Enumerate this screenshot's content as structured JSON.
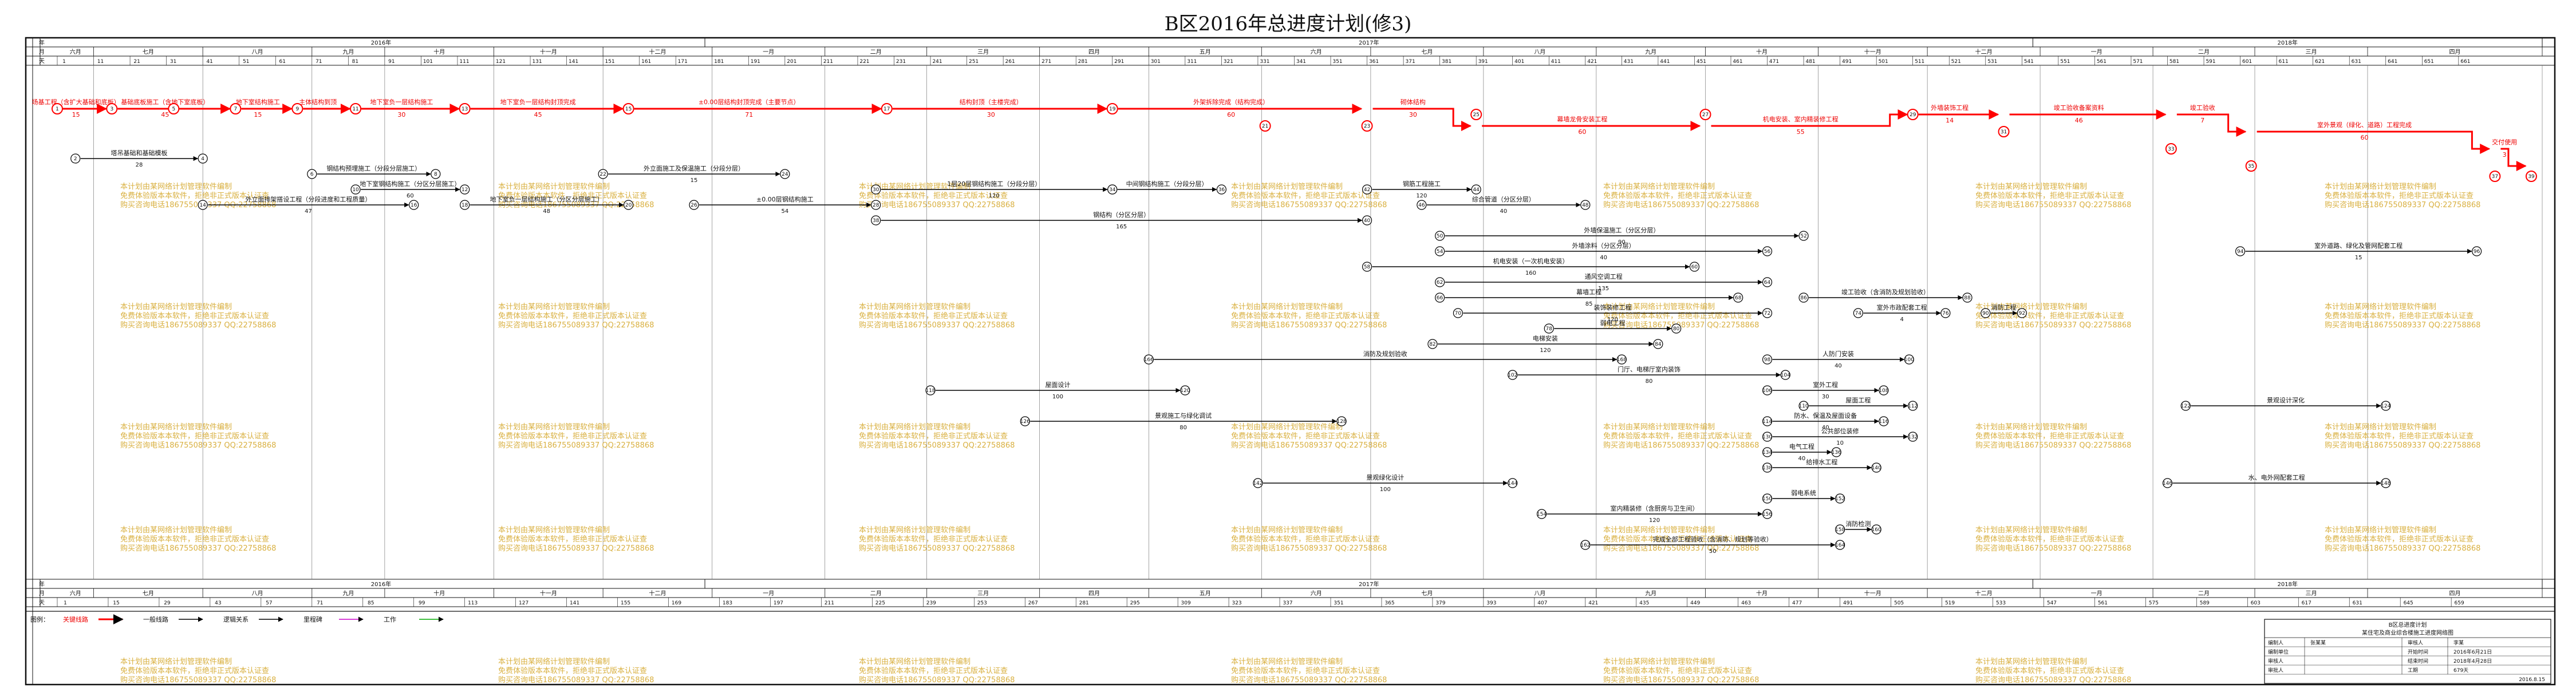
{
  "title": "B区2016年总进度计划(修3)",
  "scale": {
    "row_labels": [
      "年",
      "月",
      "天"
    ],
    "years": [
      {
        "label": "2016年",
        "from": 0,
        "to": 178
      },
      {
        "label": "2017年",
        "from": 178,
        "to": 543
      },
      {
        "label": "2018年",
        "from": 543,
        "to": 683
      }
    ],
    "months": [
      {
        "label": "六月",
        "from": 0,
        "to": 10
      },
      {
        "label": "七月",
        "from": 10,
        "to": 40
      },
      {
        "label": "八月",
        "from": 40,
        "to": 70
      },
      {
        "label": "九月",
        "from": 70,
        "to": 90
      },
      {
        "label": "十月",
        "from": 90,
        "to": 120
      },
      {
        "label": "十一月",
        "from": 120,
        "to": 150
      },
      {
        "label": "十二月",
        "from": 150,
        "to": 180
      },
      {
        "label": "一月",
        "from": 180,
        "to": 211
      },
      {
        "label": "二月",
        "from": 211,
        "to": 239
      },
      {
        "label": "三月",
        "from": 239,
        "to": 270
      },
      {
        "label": "四月",
        "from": 270,
        "to": 300
      },
      {
        "label": "五月",
        "from": 300,
        "to": 331
      },
      {
        "label": "六月",
        "from": 331,
        "to": 361
      },
      {
        "label": "七月",
        "from": 361,
        "to": 392
      },
      {
        "label": "八月",
        "from": 392,
        "to": 423
      },
      {
        "label": "九月",
        "from": 423,
        "to": 453
      },
      {
        "label": "十月",
        "from": 453,
        "to": 484
      },
      {
        "label": "十一月",
        "from": 484,
        "to": 514
      },
      {
        "label": "十二月",
        "from": 514,
        "to": 545
      },
      {
        "label": "一月",
        "from": 545,
        "to": 576
      },
      {
        "label": "二月",
        "from": 576,
        "to": 604
      },
      {
        "label": "三月",
        "from": 604,
        "to": 635
      },
      {
        "label": "四月",
        "from": 635,
        "to": 683
      }
    ],
    "days_top": [
      "1",
      "11",
      "21",
      "31",
      "41",
      "51",
      "61",
      "71",
      "81",
      "91",
      "101",
      "111",
      "121",
      "131",
      "141",
      "151",
      "161",
      "171",
      "181",
      "191",
      "201",
      "211",
      "221",
      "231",
      "241",
      "251",
      "261",
      "271",
      "281",
      "291",
      "301",
      "311",
      "321",
      "331",
      "341",
      "351",
      "361",
      "371",
      "381",
      "391",
      "401",
      "411",
      "421",
      "431",
      "441",
      "451",
      "461",
      "471",
      "481",
      "491",
      "501",
      "511",
      "521",
      "531",
      "541",
      "551",
      "561",
      "571",
      "581",
      "591",
      "601",
      "611",
      "621",
      "631",
      "641",
      "651",
      "661"
    ],
    "days_bottom": [
      "1",
      "15",
      "29",
      "43",
      "57",
      "71",
      "85",
      "99",
      "113",
      "127",
      "141",
      "155",
      "169",
      "183",
      "197",
      "211",
      "225",
      "239",
      "253",
      "267",
      "281",
      "295",
      "309",
      "323",
      "337",
      "351",
      "365",
      "379",
      "393",
      "407",
      "421",
      "435",
      "449",
      "463",
      "477",
      "491",
      "505",
      "519",
      "533",
      "547",
      "561",
      "575",
      "589",
      "603",
      "617",
      "631",
      "645",
      "659"
    ]
  },
  "critical_path": {
    "color": "#ff0000",
    "activities": [
      {
        "label": "场基工程（含扩大基础和底板）",
        "dur": "15",
        "from": 0,
        "to": 15
      },
      {
        "label": "基础底板施工（含地下室底板）",
        "dur": "45",
        "from": 15,
        "to": 49
      },
      {
        "label": "地下室结构施工",
        "dur": "15",
        "from": 49,
        "to": 66
      },
      {
        "label": "主体结构到顶",
        "dur": "",
        "from": 66,
        "to": 82
      },
      {
        "label": "地下室负一层结构施工",
        "dur": "30",
        "from": 82,
        "to": 112
      },
      {
        "label": "地下室负一层结构封顶完成",
        "dur": "45",
        "from": 112,
        "to": 157
      },
      {
        "label": "±0.00层结构封顶完成（主要节点）",
        "dur": "71",
        "from": 157,
        "to": 228
      },
      {
        "label": "结构封顶（主楼完成）",
        "dur": "30",
        "from": 228,
        "to": 290
      },
      {
        "label": "外架拆除完成（结构完成）",
        "dur": "60",
        "from": 290,
        "to": 360
      },
      {
        "label": "砌体结构",
        "dur": "30",
        "from": 360,
        "to": 390
      },
      {
        "label": "幕墙龙骨安装工程",
        "dur": "60",
        "from": 390,
        "to": 453
      },
      {
        "label": "机电安装、室内精装修工程",
        "dur": "55",
        "from": 453,
        "to": 510
      },
      {
        "label": "外墙装饰工程",
        "dur": "14",
        "from": 510,
        "to": 535
      },
      {
        "label": "竣工验收备案资料",
        "dur": "46",
        "from": 535,
        "to": 581
      },
      {
        "label": "竣工验收",
        "dur": "7",
        "from": 581,
        "to": 603
      },
      {
        "label": "室外景观（绿化、道路）工程完成",
        "dur": "60",
        "from": 603,
        "to": 670
      },
      {
        "label": "交付使用",
        "dur": "3",
        "from": 670,
        "to": 680
      }
    ],
    "milestones": [
      {
        "node": "1",
        "day": 0
      },
      {
        "node": "3",
        "day": 15
      },
      {
        "node": "5",
        "day": 32
      },
      {
        "node": "7",
        "day": 49
      },
      {
        "node": "9",
        "day": 66
      },
      {
        "node": "11",
        "day": 82
      },
      {
        "node": "13",
        "day": 112
      },
      {
        "node": "15",
        "day": 157
      },
      {
        "node": "17",
        "day": 228
      },
      {
        "node": "19",
        "day": 290
      },
      {
        "node": "21",
        "day": 332
      },
      {
        "node": "23",
        "day": 360
      },
      {
        "node": "25",
        "day": 390
      },
      {
        "node": "27",
        "day": 453
      },
      {
        "node": "29",
        "day": 510
      },
      {
        "node": "31",
        "day": 535
      },
      {
        "node": "33",
        "day": 581
      },
      {
        "node": "35",
        "day": 603
      },
      {
        "node": "37",
        "day": 670
      },
      {
        "node": "39",
        "day": 680
      }
    ]
  },
  "activities": [
    {
      "label": "塔吊基础和基础模板",
      "dur": "28",
      "from": 5,
      "to": 40,
      "row": 1
    },
    {
      "label": "钢结构预埋施工（分段分层施工）",
      "dur": "",
      "from": 70,
      "to": 104,
      "row": 2
    },
    {
      "label": "地下室钢结构施工（分区分层施工）",
      "dur": "60",
      "from": 82,
      "to": 112,
      "row": 3
    },
    {
      "label": "外立面排架搭设工程（分段进度和工程质量）",
      "dur": "47",
      "from": 40,
      "to": 98,
      "row": 4
    },
    {
      "label": "地下室负一层结构施工（分区分层施工）",
      "dur": "48",
      "from": 112,
      "to": 157,
      "row": 4
    },
    {
      "label": "外立面施工及保温施工（分段分层）",
      "dur": "15",
      "from": 150,
      "to": 200,
      "row": 2
    },
    {
      "label": "±0.00层钢结构施工",
      "dur": "54",
      "from": 175,
      "to": 225,
      "row": 4
    },
    {
      "label": "1层20层钢结构施工（分段分层）",
      "dur": "120",
      "from": 225,
      "to": 290,
      "row": 3
    },
    {
      "label": "中间钢结构施工（分段分层）",
      "dur": "",
      "from": 290,
      "to": 320,
      "row": 3
    },
    {
      "label": "钢结构（分区分层）",
      "dur": "165",
      "from": 225,
      "to": 360,
      "row": 5
    },
    {
      "label": "钢筋工程施工",
      "dur": "120",
      "from": 360,
      "to": 390,
      "row": 3
    },
    {
      "label": "综合管道（分区分层）",
      "dur": "40",
      "from": 375,
      "to": 420,
      "row": 4
    },
    {
      "label": "外墙保温施工（分区分层）",
      "dur": "90",
      "from": 380,
      "to": 480,
      "row": 6
    },
    {
      "label": "外墙涂料（分区分层）",
      "dur": "40",
      "from": 380,
      "to": 470,
      "row": 7
    },
    {
      "label": "机电安装（一次机电安装）",
      "dur": "160",
      "from": 360,
      "to": 450,
      "row": 8
    },
    {
      "label": "通风空调工程",
      "dur": "135",
      "from": 380,
      "to": 470,
      "row": 9
    },
    {
      "label": "幕墙工程",
      "dur": "85",
      "from": 380,
      "to": 462,
      "row": 10
    },
    {
      "label": "装饰装修工程",
      "dur": "120",
      "from": 385,
      "to": 470,
      "row": 11
    },
    {
      "label": "室外市政配套工程",
      "dur": "4",
      "from": 495,
      "to": 519,
      "row": 11
    },
    {
      "label": "弱电工程",
      "dur": "",
      "from": 410,
      "to": 445,
      "row": 12
    },
    {
      "label": "电梯安装",
      "dur": "120",
      "from": 378,
      "to": 440,
      "row": 13
    },
    {
      "label": "竣工验收（含消防及规划验收）",
      "dur": "",
      "from": 480,
      "to": 525,
      "row": 10
    },
    {
      "label": "消防工程",
      "dur": "",
      "from": 530,
      "to": 540,
      "row": 11
    },
    {
      "label": "室外道路、绿化及管网配套工程",
      "dur": "15",
      "from": 600,
      "to": 665,
      "row": 7
    },
    {
      "label": "人防门安装",
      "dur": "40",
      "from": 470,
      "to": 509,
      "row": 14
    },
    {
      "label": "门厅、电梯厅室内装饰",
      "dur": "80",
      "from": 400,
      "to": 475,
      "row": 15
    },
    {
      "label": "室外工程",
      "dur": "30",
      "from": 470,
      "to": 502,
      "row": 16
    },
    {
      "label": "屋面工程",
      "dur": "",
      "from": 480,
      "to": 510,
      "row": 17
    },
    {
      "label": "防水、保温及屋面设备",
      "dur": "40",
      "from": 470,
      "to": 502,
      "row": 18
    },
    {
      "label": "屋面设计",
      "dur": "100",
      "from": 240,
      "to": 310,
      "row": 16
    },
    {
      "label": "景观设计深化",
      "dur": "",
      "from": 585,
      "to": 640,
      "row": 17
    },
    {
      "label": "景观施工与绿化调试",
      "dur": "80",
      "from": 266,
      "to": 353,
      "row": 18
    },
    {
      "label": "公共部位装修",
      "dur": "10",
      "from": 470,
      "to": 510,
      "row": 19
    },
    {
      "label": "电气工程",
      "dur": "40",
      "from": 470,
      "to": 489,
      "row": 20
    },
    {
      "label": "给排水工程",
      "dur": "",
      "from": 470,
      "to": 500,
      "row": 21
    },
    {
      "label": "景观绿化设计",
      "dur": "100",
      "from": 330,
      "to": 400,
      "row": 22
    },
    {
      "label": "水、电外网配套工程",
      "dur": "",
      "from": 580,
      "to": 640,
      "row": 22
    },
    {
      "label": "弱电系统",
      "dur": "",
      "from": 470,
      "to": 490,
      "row": 23
    },
    {
      "label": "室内精装修（含厨房与卫生间）",
      "dur": "120",
      "from": 408,
      "to": 470,
      "row": 24
    },
    {
      "label": "消防检测",
      "dur": "",
      "from": 490,
      "to": 500,
      "row": 25
    },
    {
      "label": "完成全部工程验收（含消防、规划等验收）",
      "dur": "50",
      "from": 420,
      "to": 490,
      "row": 26
    },
    {
      "label": "消防及规划验收",
      "dur": "",
      "from": 300,
      "to": 430,
      "row": 14
    }
  ],
  "legend": {
    "label": "图例：",
    "items": [
      {
        "label": "关键线路",
        "color": "#ff0000"
      },
      {
        "label": "一般线路",
        "color": "#000000"
      },
      {
        "label": "逻辑关系",
        "color": "#000000"
      },
      {
        "label": "里程碑",
        "color": "#cc00cc"
      },
      {
        "label": "工作",
        "color": "#00aa00"
      }
    ]
  },
  "title_block": {
    "project": "B区总进度计划",
    "subtitle": "某住宅及商业综合楼施工进度网络图",
    "rows": [
      {
        "k": "编制人",
        "v": "张某某",
        "k2": "审核人",
        "v2": "李某"
      },
      {
        "k": "编制单位",
        "v": "",
        "k2": "开始时间",
        "v2": "2016年6月21日"
      },
      {
        "k": "审核人",
        "v": "",
        "k2": "结束时间",
        "v2": "2018年4月28日"
      },
      {
        "k": "审批人",
        "v": "",
        "k2": "工期",
        "v2": "679天"
      }
    ],
    "date": "2016.8.15"
  },
  "watermark": {
    "lines": [
      "本计划由某网络计划管理软件编制",
      "免费体验版本本软件，拒绝非正式版本认证查",
      "购买咨询电话186755089337 QQ:22758868"
    ]
  }
}
